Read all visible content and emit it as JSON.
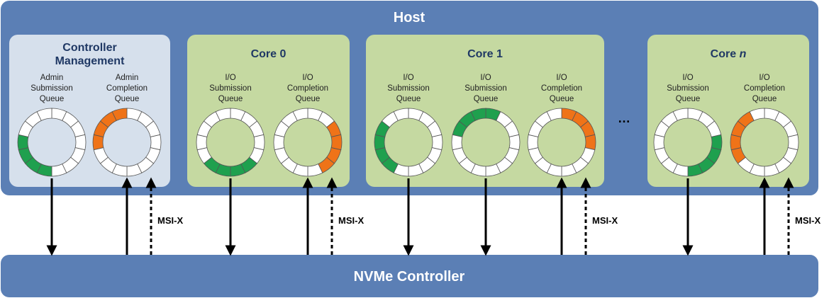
{
  "host": {
    "title": "Host"
  },
  "controller": {
    "title": "NVMe Controller"
  },
  "ellipsis": "…",
  "msix_label": "MSI-X",
  "colors": {
    "host_bg": "#5b7fb5",
    "mgmt_bg": "#d6e0ec",
    "core_bg": "#c5d9a1",
    "controller_bg": "#5b7fb5",
    "submission": "#1fa04e",
    "completion": "#ef7318",
    "empty_slot": "#ffffff",
    "ring_stroke": "#555555"
  },
  "panels": [
    {
      "id": "controller-management",
      "title_lines": [
        "Controller",
        "Management"
      ],
      "title_italic": "",
      "kind": "mgmt",
      "queues": [
        {
          "label_lines": [
            "Admin",
            "Submission",
            "Queue"
          ],
          "type": "submission",
          "filled": [
            7,
            8,
            9,
            10
          ]
        },
        {
          "label_lines": [
            "Admin",
            "Completion",
            "Queue"
          ],
          "type": "completion",
          "filled": [
            10,
            11,
            12,
            13
          ]
        }
      ]
    },
    {
      "id": "core-0",
      "title_lines": [
        "Core 0"
      ],
      "title_italic": "",
      "kind": "core",
      "queues": [
        {
          "label_lines": [
            "I/O",
            "Submission",
            "Queue"
          ],
          "type": "submission",
          "filled": [
            5,
            6,
            7,
            8
          ]
        },
        {
          "label_lines": [
            "I/O",
            "Completion",
            "Queue"
          ],
          "type": "completion",
          "filled": [
            2,
            3,
            4,
            5
          ]
        }
      ]
    },
    {
      "id": "core-1",
      "title_lines": [
        "Core 1"
      ],
      "title_italic": "",
      "kind": "core",
      "queues": [
        {
          "label_lines": [
            "I/O",
            "Submission",
            "Queue"
          ],
          "type": "submission",
          "filled": [
            8,
            9,
            10,
            11
          ]
        },
        {
          "label_lines": [
            "I/O",
            "Submission",
            "Queue"
          ],
          "type": "submission",
          "filled": [
            11,
            12,
            13,
            0
          ]
        },
        {
          "label_lines": [
            "I/O",
            "Completion",
            "Queue"
          ],
          "type": "completion",
          "filled": [
            0,
            1,
            2,
            3
          ]
        }
      ]
    },
    {
      "id": "core-n",
      "title_lines": [
        "Core "
      ],
      "title_italic": "n",
      "kind": "core",
      "queues": [
        {
          "label_lines": [
            "I/O",
            "Submission",
            "Queue"
          ],
          "type": "submission",
          "filled": [
            3,
            4,
            5,
            6
          ]
        },
        {
          "label_lines": [
            "I/O",
            "Completion",
            "Queue"
          ],
          "type": "completion",
          "filled": [
            9,
            10,
            11,
            12
          ]
        }
      ]
    }
  ]
}
